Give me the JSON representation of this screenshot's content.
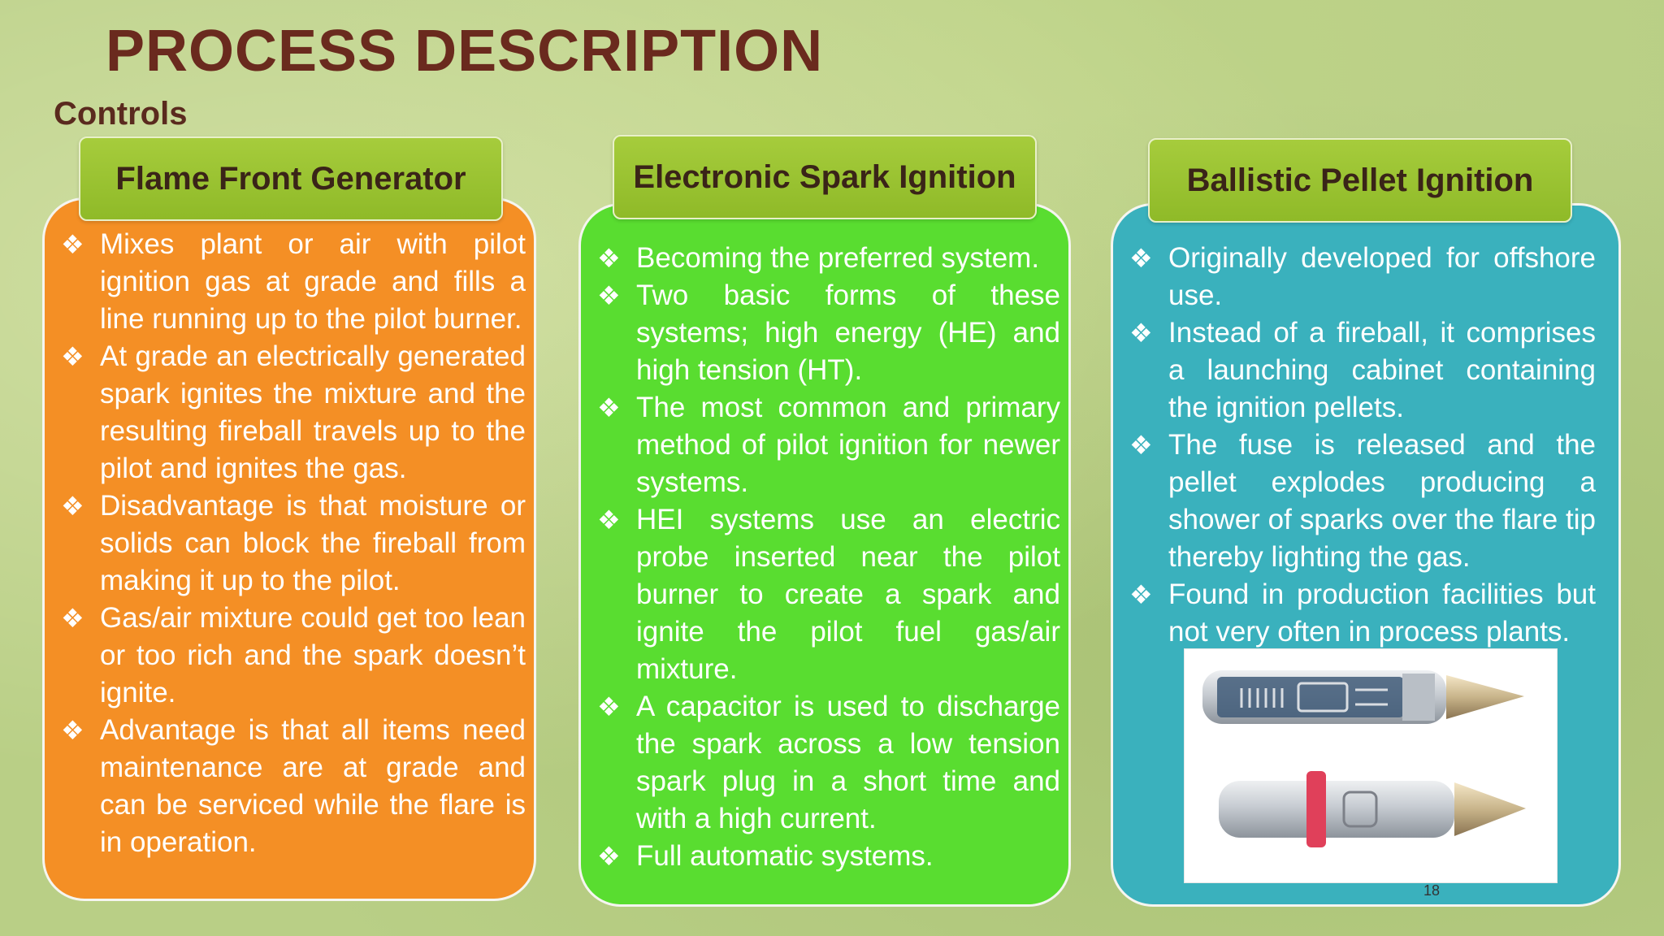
{
  "title": "PROCESS DESCRIPTION",
  "subtitle": "Controls",
  "bullet_glyph": "❖",
  "panels": [
    {
      "heading": "Flame Front Generator",
      "color": "#f48f25",
      "bullets": [
        "Mixes plant or air with pilot ignition gas at grade and fills a line running up to the pilot burner.",
        "At grade an electrically generated spark ignites the mixture and the resulting fireball travels up to the pilot and ignites the gas.",
        "Disadvantage is that moisture or solids can block the fireball from making it up to the pilot.",
        "Gas/air mixture could get too lean or too rich and the spark doesn’t ignite.",
        "Advantage is that all items need maintenance are at grade and can be serviced while the flare is in operation."
      ]
    },
    {
      "heading": "Electronic Spark Ignition",
      "color": "#59dd30",
      "bullets": [
        "Becoming the preferred system.",
        "Two basic forms of these systems; high energy (HE) and high tension (HT).",
        "The most common and primary method of pilot ignition for newer systems.",
        "HEI systems use an electric probe inserted near the pilot burner to create a spark and ignite the pilot fuel gas/air mixture.",
        "A capacitor is used to discharge the spark across a low tension spark plug in a short time and with a high current.",
        "Full automatic systems."
      ]
    },
    {
      "heading": "Ballistic Pellet Ignition",
      "color": "#3ab1bd",
      "bullets": [
        "Originally developed for offshore use.",
        "Instead of a fireball, it comprises a launching cabinet containing the ignition pellets.",
        "The fuse is released and the pellet explodes producing a shower of sparks over the flare tip thereby lighting the gas.",
        "Found in production facilities but not very often in process plants."
      ]
    }
  ],
  "page_number": "18",
  "colors": {
    "title": "#6a2a1e",
    "tab": "#9cc332",
    "background": "#b9cf86"
  }
}
